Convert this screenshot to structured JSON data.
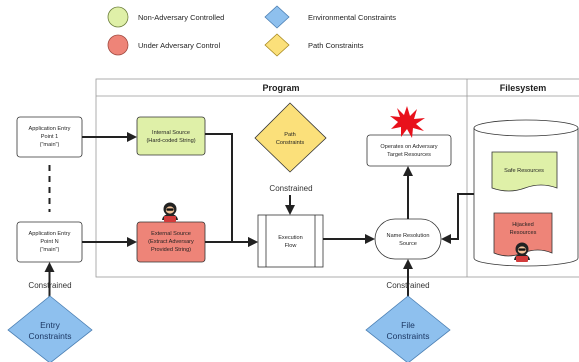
{
  "legend": {
    "non_adversary": "Non-Adversary Controlled",
    "environmental": "Environmental Constraints",
    "under_adversary": "Under Adversary Control",
    "path_constraints": "Path Constraints"
  },
  "headers": {
    "program": "Program",
    "filesystem": "Filesystem"
  },
  "entry1": {
    "line1": "Application Entry",
    "line2": "Point 1",
    "line3": "(\"main\")"
  },
  "entryN": {
    "line1": "Application Entry",
    "line2": "Point N",
    "line3": "(\"main\")"
  },
  "internal_source": {
    "line1": "Internal Source",
    "line2": "(Hard-coded String)"
  },
  "external_source": {
    "line1": "External Source",
    "line2": "(Extract Adversary",
    "line3": "Provided String)"
  },
  "path_diamond": {
    "line1": "Path",
    "line2": "Constraints"
  },
  "constrained_path": "Constrained",
  "execution_flow": {
    "line1": "Execution",
    "line2": "Flow"
  },
  "operates": {
    "line1": "Operates on Adversary",
    "line2": "Target Resources"
  },
  "name_resolution": {
    "line1": "Name Resolution",
    "line2": "Source"
  },
  "safe_resources": "Safe Resources",
  "hijacked_resources": {
    "line1": "Hijacked",
    "line2": "Resources"
  },
  "constrained_entry": "Constrained",
  "constrained_file": "Constrained",
  "entry_constraints": {
    "line1": "Entry",
    "line2": "Constraints"
  },
  "file_constraints": {
    "line1": "File",
    "line2": "Constraints"
  },
  "colors": {
    "green": "#dff0a8",
    "red": "#ee8478",
    "blue": "#8ec0ee",
    "yellow": "#fbe07a"
  }
}
